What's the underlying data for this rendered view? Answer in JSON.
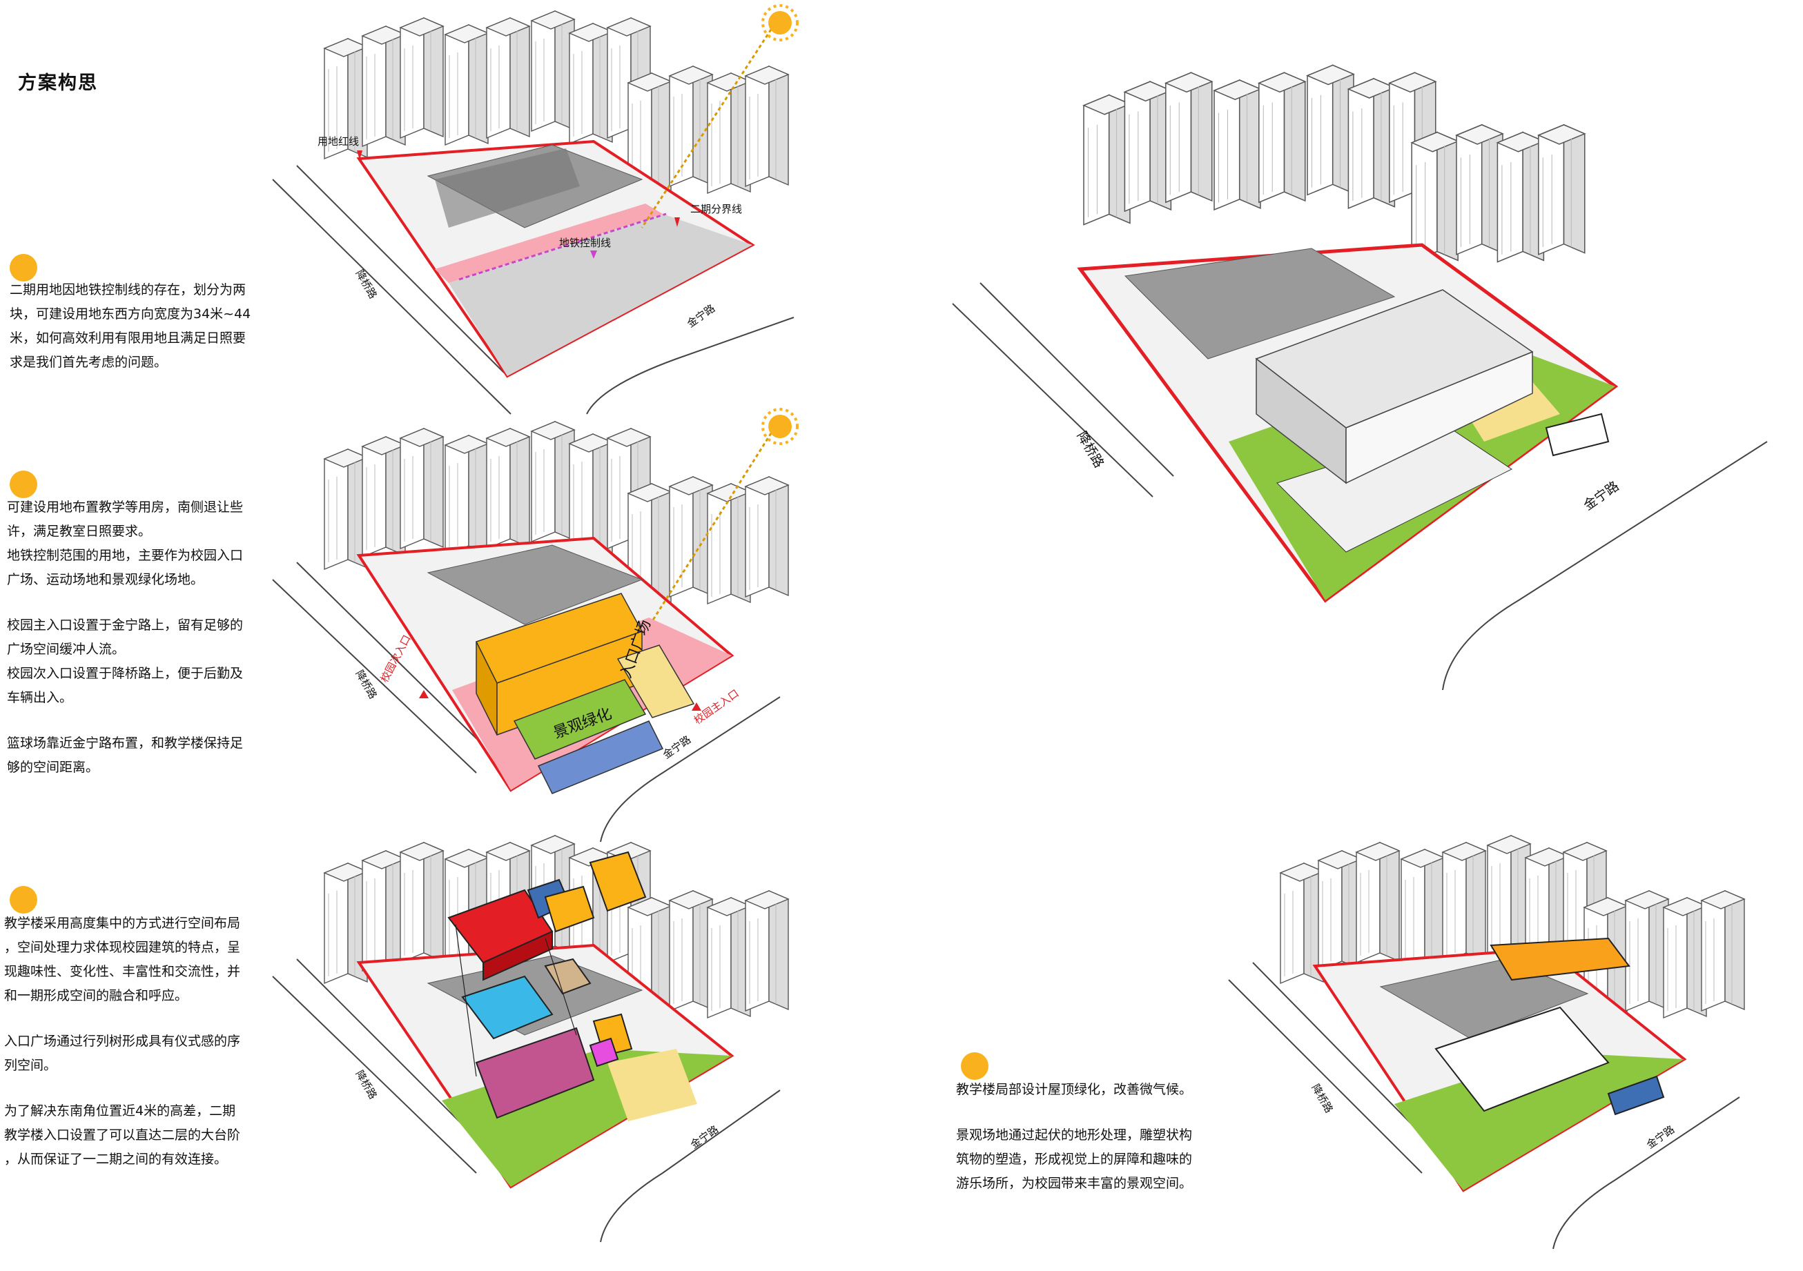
{
  "heading": "方案构思",
  "notes": {
    "n1": [
      "二期用地因地铁控制线的存在，划分为两",
      "块，可建设用地东西方向宽度为34米~44",
      "米，如何高效利用有限用地且满足日照要",
      "求是我们首先考虑的问题。"
    ],
    "n2a": [
      "可建设用地布置教学等用房，南侧退让些",
      "许，满足教室日照要求。",
      "地铁控制范围的用地，主要作为校园入口",
      "广场、运动场地和景观绿化场地。"
    ],
    "n2b": [
      "校园主入口设置于金宁路上，留有足够的",
      "广场空间缓冲人流。",
      "校园次入口设置于降桥路上，便于后勤及",
      "车辆出入。"
    ],
    "n2c": [
      "篮球场靠近金宁路布置，和教学楼保持足",
      "够的空间距离。"
    ],
    "n3a": [
      "教学楼采用高度集中的方式进行空间布局",
      "，空间处理力求体现校园建筑的特点，呈",
      "现趣味性、变化性、丰富性和交流性，并",
      "和一期形成空间的融合和呼应。"
    ],
    "n3b": [
      "入口广场通过行列树形成具有仪式感的序",
      "列空间。"
    ],
    "n3c": [
      "为了解决东南角位置近4米的高差，二期",
      "教学楼入口设置了可以直达二层的大台阶",
      "，从而保证了一二期之间的有效连接。"
    ],
    "n4a": [
      "教学楼局部设计屋顶绿化，改善微气候。"
    ],
    "n4b": [
      "景观场地通过起伏的地形处理，雕塑状构",
      "筑物的塑造，形成视觉上的屏障和趣味的",
      "游乐场所，为校园带来丰富的景观空间。"
    ]
  },
  "diagram_labels": {
    "site_redline": "用地红线",
    "phase_boundary": "二期分界线",
    "metro_line": "地铁控制线",
    "road_west": "降桥路",
    "road_south": "金宁路",
    "landscape": "景观绿化",
    "entry_plaza": "入口广场",
    "secondary_entry": "校园次入口",
    "main_entry": "校园主入口"
  },
  "colors": {
    "sun": "#f9b21d",
    "redline": "#e31e24",
    "metro_zone": "#f7a8b2",
    "teaching_block": "#fbb216",
    "green": "#8dc63f",
    "court": "#6d8fd1",
    "plaza": "#f6e08d"
  }
}
